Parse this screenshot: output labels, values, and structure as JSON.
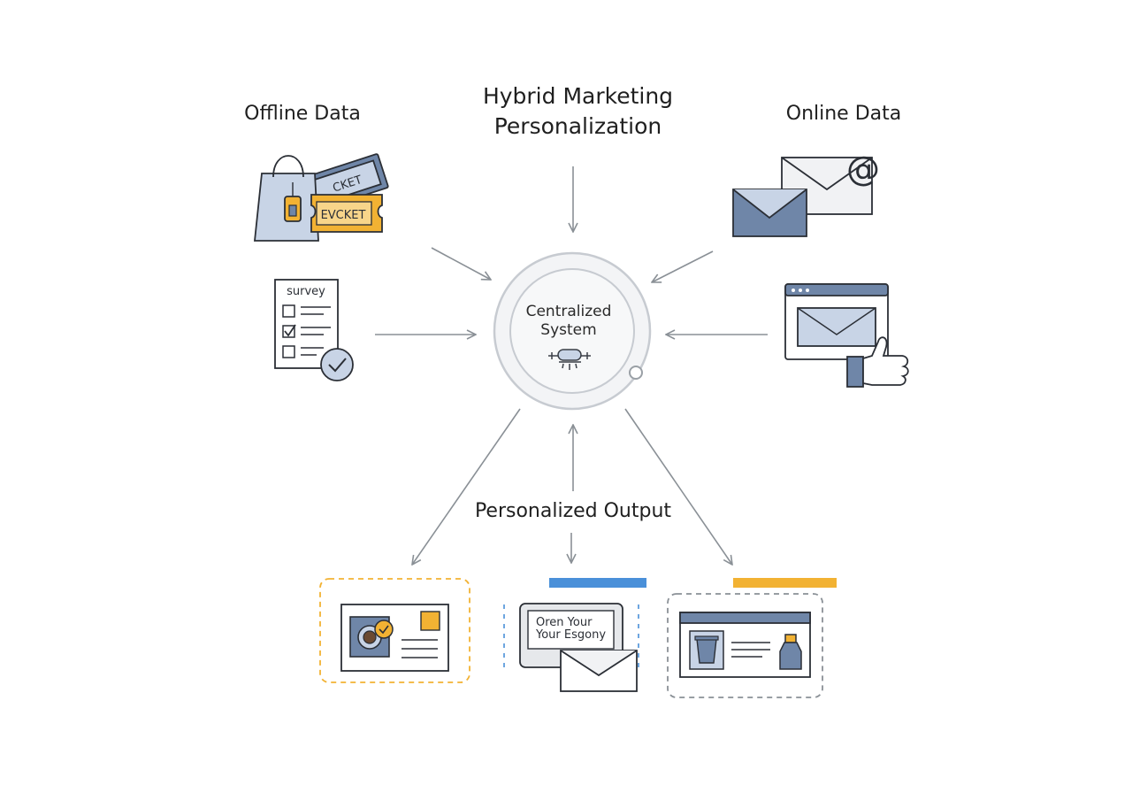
{
  "title_line1": "Hybrid Marketing",
  "title_line2": "Personalization",
  "offline_label": "Offline Data",
  "online_label": "Online Data",
  "hub_line1": "Centralized",
  "hub_line2": "System",
  "output_label": "Personalized Output",
  "survey_label": "survey",
  "ticket_label": "EVCKET",
  "ticket_back_label": "CKET",
  "email_card_line1": "Oren Your",
  "email_card_line2": "Your Esgony",
  "colors": {
    "stroke": "#2b2f36",
    "arrow": "#8a9096",
    "blue_fill": "#6f86a8",
    "light_blue_fill": "#c8d4e6",
    "gold": "#f2b233",
    "accent_blue": "#4a90d9",
    "hub_ring": "#c7cbd1"
  }
}
